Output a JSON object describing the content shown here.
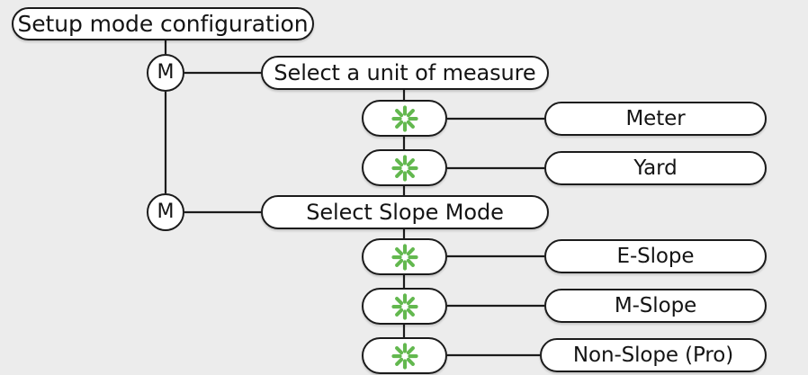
{
  "diagram": {
    "type": "flow-tree",
    "background_color": "#ececec",
    "accent_color": "#63b84f",
    "node_fill": "#ffffff",
    "node_stroke": "#1b1b1b",
    "title": "Setup mode configuration",
    "button_symbol": "M",
    "icon_name": "green-burst-icon",
    "branches": [
      {
        "button_label": "M",
        "prompt": "Select a unit of measure",
        "options": [
          "Meter",
          "Yard"
        ]
      },
      {
        "button_label": "M",
        "prompt": "Select Slope Mode",
        "options": [
          "E-Slope",
          "M-Slope",
          "Non-Slope (Pro)"
        ]
      }
    ],
    "options_flat": [
      "Meter",
      "Yard",
      "E-Slope",
      "M-Slope",
      "Non-Slope (Pro)"
    ]
  }
}
